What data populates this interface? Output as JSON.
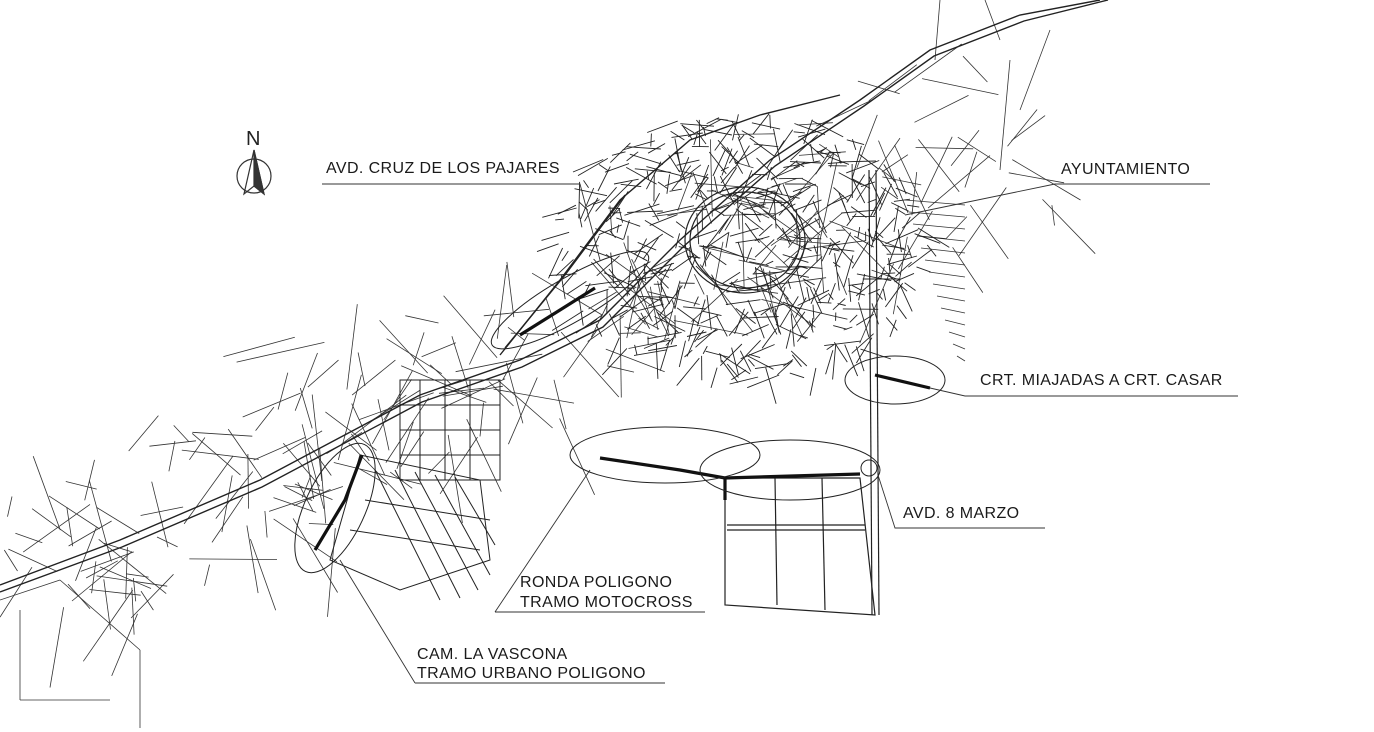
{
  "north_label": "N",
  "labels": {
    "cruz_pajares": "AVD. CRUZ DE LOS PAJARES",
    "ayuntamiento": "AYUNTAMIENTO",
    "miajadas": "CRT. MIAJADAS A CRT. CASAR",
    "ocho_marzo": "AVD. 8 MARZO",
    "ronda_line1": "RONDA POLIGONO",
    "ronda_line2": "TRAMO MOTOCROSS",
    "vascona_line1": "CAM. LA VASCONA",
    "vascona_line2": "TRAMO URBANO POLIGONO"
  },
  "colors": {
    "ink": "#1a1a1a",
    "background": "#ffffff"
  },
  "icons": {
    "north_arrow": "north-arrow-icon"
  }
}
